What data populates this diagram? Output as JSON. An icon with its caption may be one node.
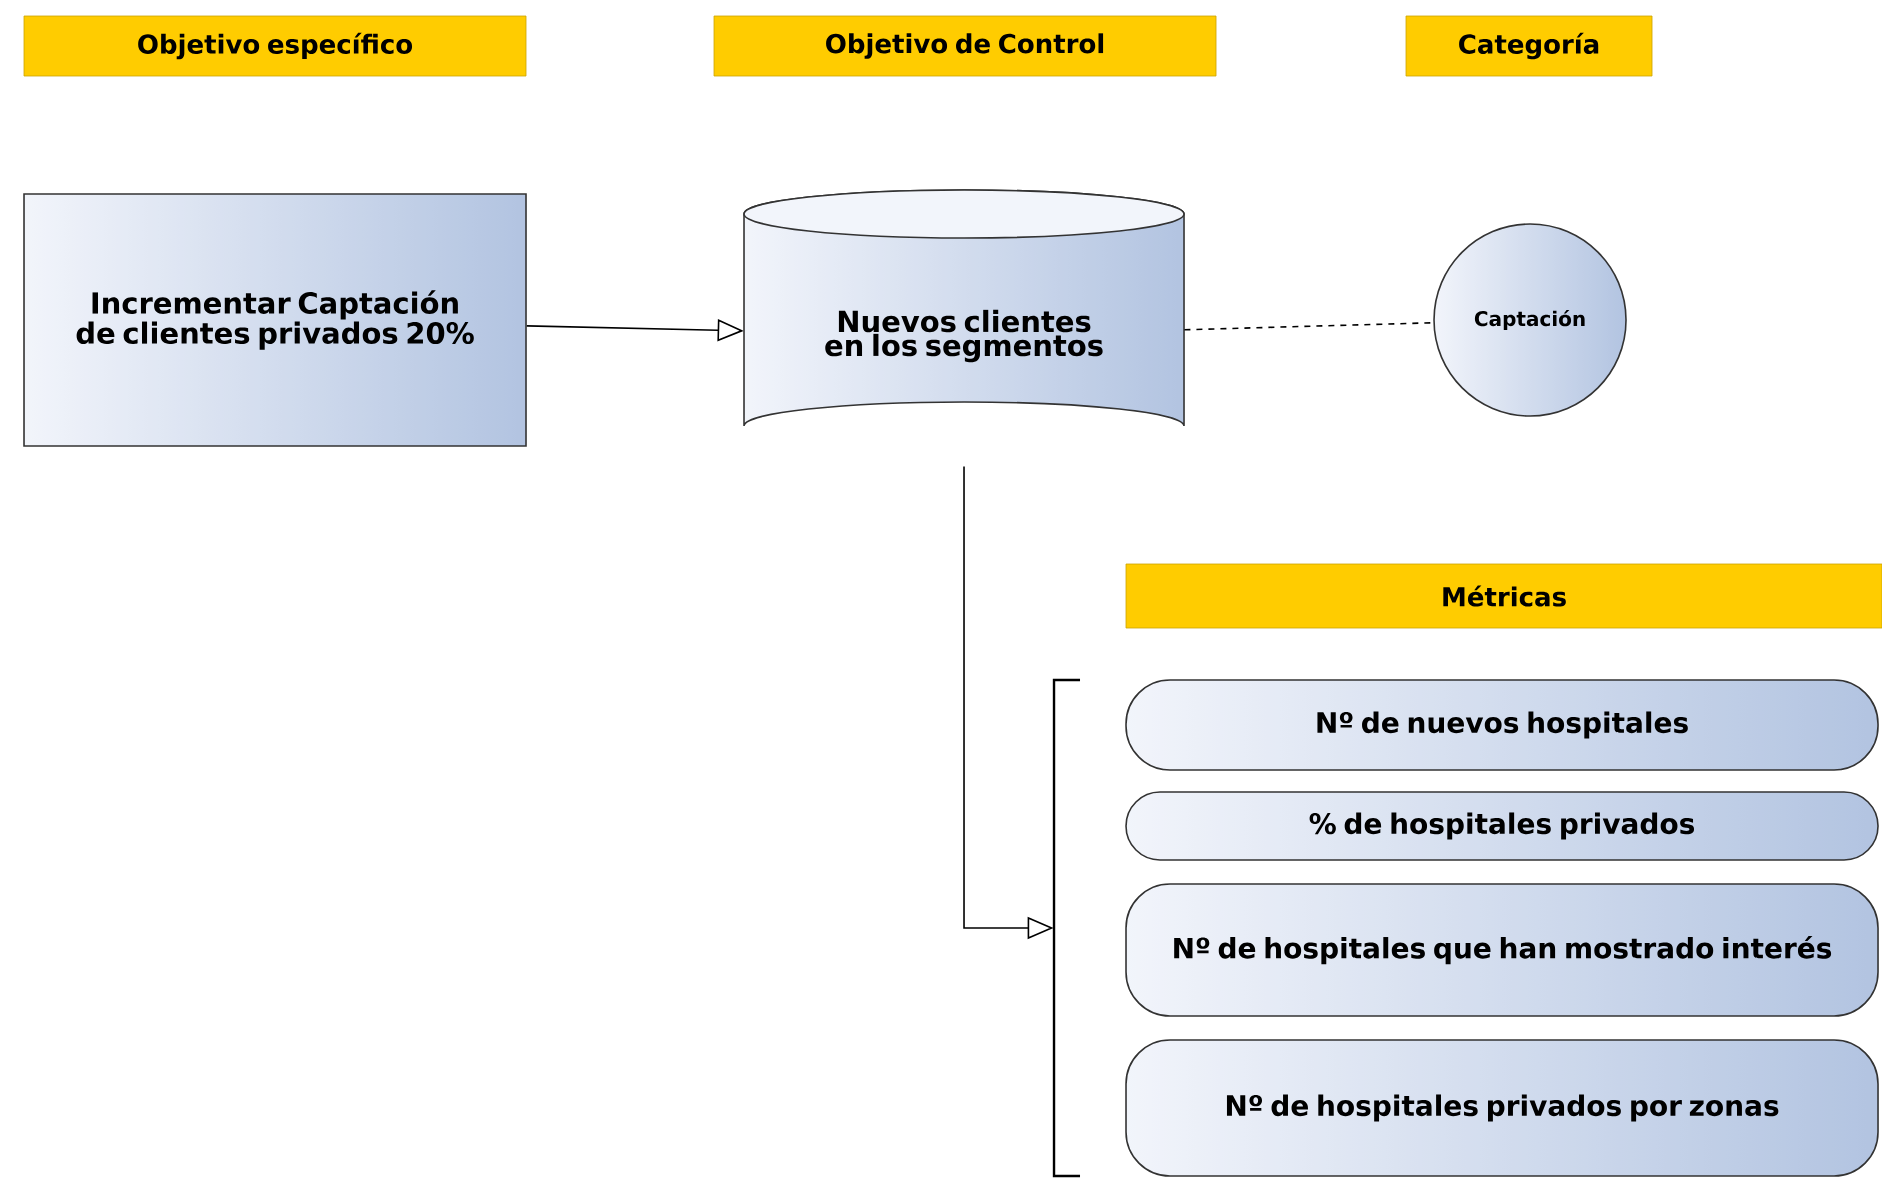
{
  "diagram": {
    "nodes": [
      {
        "text": [
          "Objetivo específico"
        ]
      },
      {
        "text": [
          "Objetivo de Control"
        ]
      },
      {
        "text": [
          "Categoría"
        ]
      },
      {
        "text": [
          "Incrementar Captación de clientes privados  20%"
        ]
      },
      {
        "text": [
          "Nuevos clientes en los segmentos"
        ]
      },
      {
        "text": [
          "Captación"
        ]
      },
      {
        "text": [
          "Métricas"
        ]
      },
      {
        "text": [],
        "shape": "bracket"
      },
      {
        "text": [
          "Nº de nuevos hospitales"
        ]
      },
      {
        "text": [
          "% de hospitales privados"
        ]
      },
      {
        "text": [
          "Nº de hospitales que han mostrado interés"
        ]
      },
      {
        "text": [
          "Nº de hospitales privados por zonas"
        ]
      }
    ],
    "edges": [
      {
        "from": 3,
        "to": 4,
        "arrow": "to"
      },
      {
        "from": 4,
        "to": 5,
        "arrow": "none",
        "style": "dashed"
      },
      {
        "from": 4,
        "to": 7,
        "arrow": "to"
      }
    ]
  }
}
